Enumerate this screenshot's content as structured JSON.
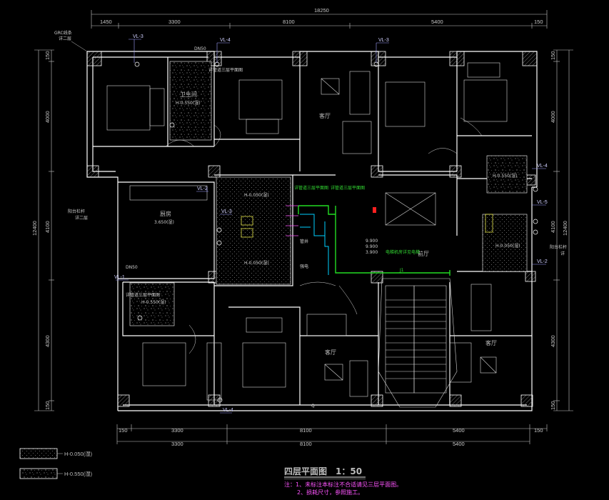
{
  "dimensions": {
    "top_total": "18250",
    "top": [
      "1450",
      "3300",
      "8100",
      "5400",
      "150"
    ],
    "bottom_a": [
      "150",
      "3300",
      "8100",
      "5400",
      "150"
    ],
    "bottom_b": [
      "3300",
      "8100",
      "5400"
    ],
    "left_total": "12400",
    "left": [
      "150",
      "4000",
      "4100",
      "4300",
      "150"
    ],
    "right_total": "12400",
    "right": [
      "150",
      "4000",
      "4100",
      "4300",
      "150"
    ]
  },
  "tags": {
    "vl3_top_left": "VL-3",
    "vl4_top": "VL-4",
    "vl3_top_right": "VL-3",
    "vl2_mid_left": "VL-2",
    "vl3_mid_left": "VL-3",
    "vl4_right": "VL-4",
    "vl5_right": "VL-5",
    "vl2_right": "VL-2",
    "vl1_left": "VL-1",
    "vl4_bottom": "VL-4",
    "grc_label": "GRC线条",
    "grc_sub": "详二层",
    "dn50_top": "DN50",
    "dn50_left": "DN50"
  },
  "rooms": {
    "toilet_top_label": "卫生间",
    "toilet_top_level": "H-0.550(湿)",
    "living_top": "客厅",
    "kitchen_label": "厨房",
    "kitchen_level": "3.650(湿)",
    "toilet_mid_level": "H-0.050(湿)",
    "toilet_mid2_level": "H-0.050(湿)",
    "right_toilet_level": "H-0.550(湿)",
    "right_toilet2_level": "H-0.050(湿)",
    "toilet_bl_level": "H-0.550(湿)",
    "living_bottom_mid": "客厅",
    "living_bottom_right": "客厅",
    "hall_label": "前厅",
    "corridor_levels": [
      "9.900",
      "9.900",
      "3.900"
    ],
    "elevator_note": "电梯机房详见电梯",
    "pipe_label": "J1",
    "q_label": "Q",
    "well_a": "管井",
    "well_b": "强电",
    "annot_top": "详管道三层平面图",
    "annot_mid_a": "详管道三层平面图",
    "annot_mid_b": "详管道三层平面图",
    "annot_left": "详管道三层平面图",
    "left_side_note_a": "阳台栏杆",
    "left_side_note_b": "详二层",
    "right_side_note_a": "阳台栏杆",
    "right_side_note_b": "详"
  },
  "legend": [
    {
      "label": "H-0.050(湿)"
    },
    {
      "label": "H-0.550(湿)"
    }
  ],
  "title": "四层平面图",
  "scale": "1：50",
  "notes": [
    "注：1、未标注本标注不合适请见三层平面图。",
    "2、损耗尺寸，参照施工。"
  ],
  "colors": {
    "background": "#000000",
    "walls": "#ffffff",
    "dims": "#c8c8c8",
    "pipe": "#22dd22",
    "cyan": "#00d0ff",
    "magenta": "#ff55ff",
    "yellow": "#e8e84a",
    "red": "#ff2020"
  }
}
